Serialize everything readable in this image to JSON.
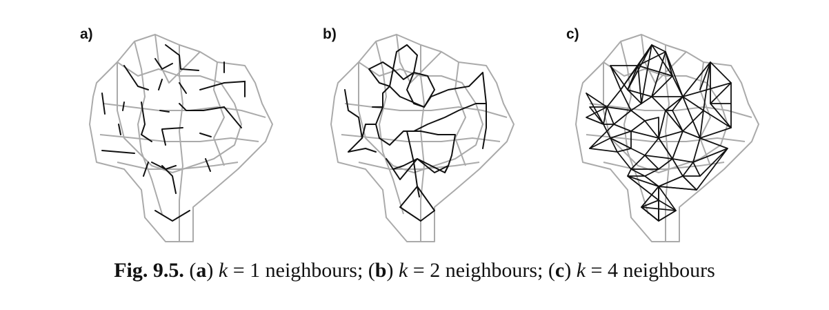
{
  "panels": [
    {
      "label": "a)",
      "k": 1
    },
    {
      "label": "b)",
      "k": 2
    },
    {
      "label": "c)",
      "k": 4
    }
  ],
  "caption": {
    "fig": "Fig. 9.5.",
    "part_a_letter": "a",
    "part_b_letter": "b",
    "part_c_letter": "c",
    "k_symbol": "k",
    "k_a": "= 1",
    "k_b": "= 2",
    "k_c": "= 4",
    "word": "neighbours"
  },
  "colors": {
    "boundary": "#aaaaaa",
    "edge": "#111111"
  }
}
